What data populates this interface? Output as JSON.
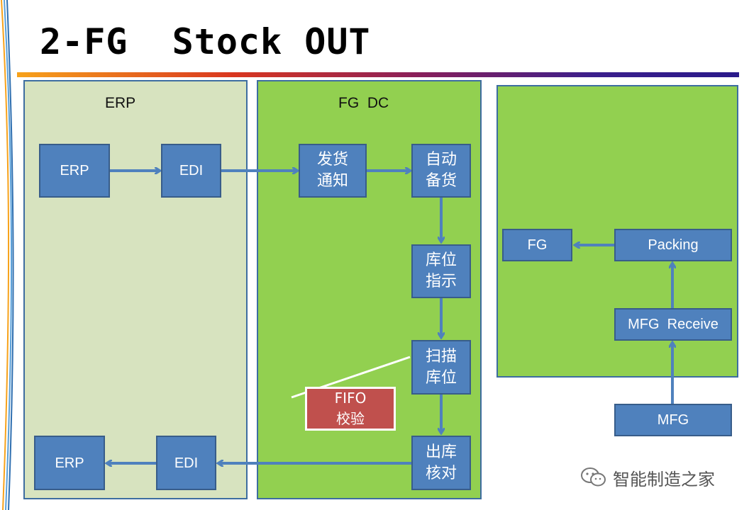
{
  "title": "2-FG  Stock OUT",
  "panels": {
    "erp": "ERP",
    "fg_dc": "FG  DC"
  },
  "boxes": {
    "erp_top": "ERP",
    "edi_top": "EDI",
    "ship_notice": "发货\n通知",
    "auto_stock": "自动\n备货",
    "location_hint": "库位\n指示",
    "scan_location": "扫描\n库位",
    "outbound_check": "出库\n核对",
    "edi_bottom": "EDI",
    "erp_bottom": "ERP",
    "fg": "FG",
    "packing": "Packing",
    "mfg_receive": "MFG  Receive",
    "mfg": "MFG"
  },
  "callout": {
    "fifo": "FIFO\n校验"
  },
  "watermark": "智能制造之家",
  "colors": {
    "box_fill": "#4f81bd",
    "erp_panel": "#d7e3bf",
    "fg_panel": "#92d050",
    "fifo_fill": "#c0504d"
  }
}
